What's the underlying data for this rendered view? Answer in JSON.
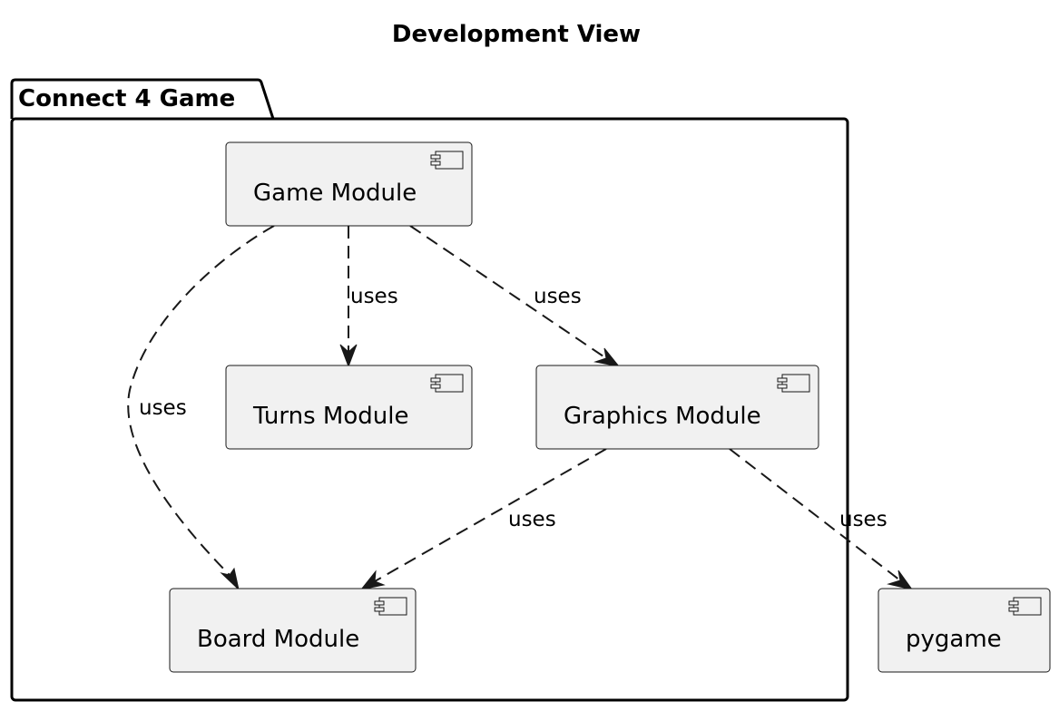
{
  "diagram": {
    "title": "Development View",
    "package": {
      "label": "Connect 4 Game"
    },
    "components": {
      "game": "Game Module",
      "turns": "Turns Module",
      "graphics": "Graphics Module",
      "board": "Board Module",
      "pygame": "pygame"
    },
    "edges": {
      "game_board": "uses",
      "game_turns": "uses",
      "game_graphics": "uses",
      "graphics_board": "uses",
      "graphics_pygame": "uses"
    }
  }
}
